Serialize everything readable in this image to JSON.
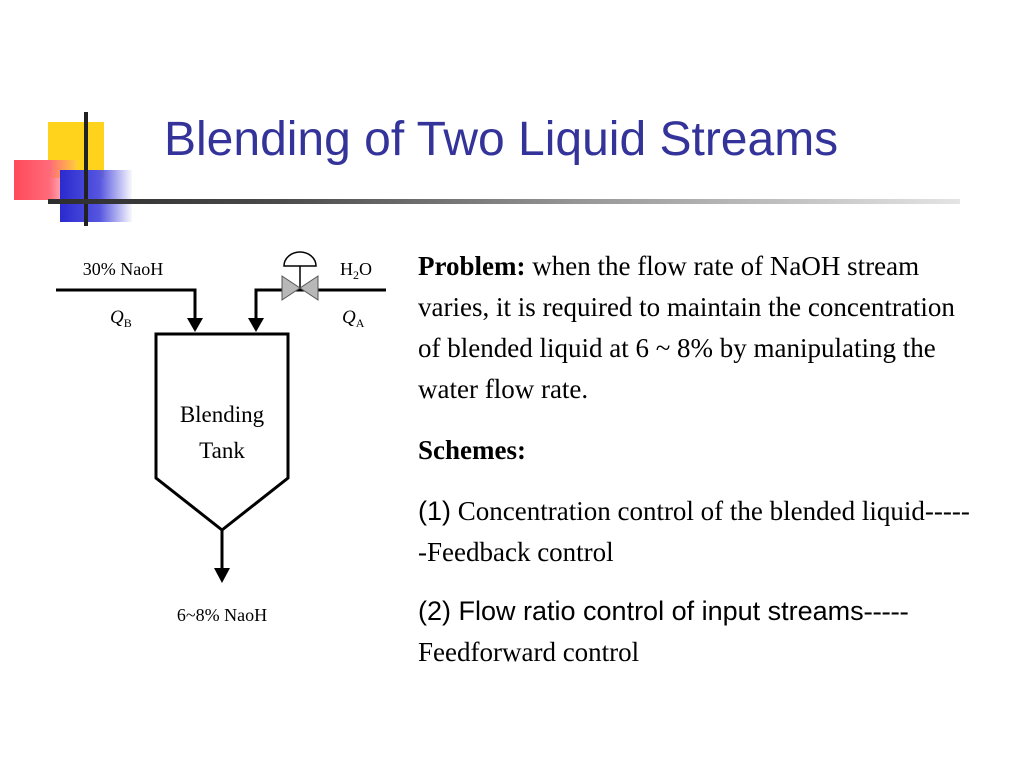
{
  "slide": {
    "title": "Blending of Two Liquid Streams"
  },
  "diagram": {
    "inlet_b_label": "30% NaoH",
    "inlet_a_label_main": "H",
    "inlet_a_label_sub": "2",
    "inlet_a_label_tail": "O",
    "flow_b_symbol": "Q",
    "flow_b_sub": "B",
    "flow_a_symbol": "Q",
    "flow_a_sub": "A",
    "tank_label_line1": "Blending",
    "tank_label_line2": "Tank",
    "outlet_label": "6~8% NaoH"
  },
  "text": {
    "problem_heading": "Problem:",
    "problem_body": " when the flow rate of NaOH stream varies, it is required to maintain the concentration of blended liquid at 6 ~ 8% by manipulating the water flow rate.",
    "schemes_heading": "Schemes:",
    "scheme1_num": "(1)",
    "scheme1_text": " Concentration control of the blended liquid------Feedback control",
    "scheme2_sans": "(2) Flow ratio control of input streams",
    "scheme2_text": "-----Feedforward control"
  }
}
